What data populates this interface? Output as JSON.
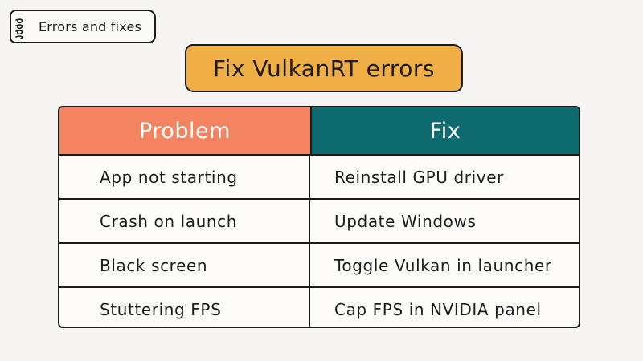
{
  "tag": {
    "label": "Errors and fixes",
    "icon": "spiral-binding-icon"
  },
  "title": "Fix VulkanRT errors",
  "colors": {
    "background": "#f6f5f3",
    "title_fill": "#f0ae47",
    "problem_header": "#f28462",
    "fix_header": "#0e6b70",
    "ink": "#1c1c1c"
  },
  "table": {
    "headers": [
      "Problem",
      "Fix"
    ],
    "rows": [
      [
        "App not starting",
        "Reinstall GPU driver"
      ],
      [
        "Crash on launch",
        "Update Windows"
      ],
      [
        "Black screen",
        "Toggle Vulkan in launcher"
      ],
      [
        "Stuttering FPS",
        "Cap FPS in NVIDIA panel"
      ]
    ]
  }
}
